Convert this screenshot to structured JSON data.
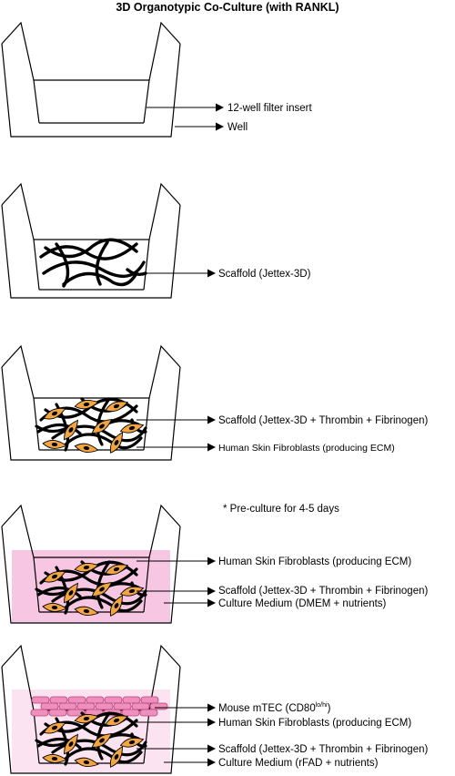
{
  "title": "3D Organotypic Co-Culture (with RANKL)",
  "note": "* Pre-culture for 4-5 days",
  "colors": {
    "cell_fill": "#f2a541",
    "medium_dmem": "#f7c6e2",
    "medium_rfad": "#fbe3f1",
    "mtec_fill": "#ef8fc0",
    "mtec_stroke": "#b8436f"
  },
  "panels": [
    {
      "labels": [
        "12-well filter insert",
        "Well"
      ]
    },
    {
      "labels": [
        "Scaffold (Jettex-3D)"
      ]
    },
    {
      "labels": [
        "Scaffold (Jettex-3D + Thrombin + Fibrinogen)",
        "Human Skin Fibroblasts (producing ECM)"
      ]
    },
    {
      "labels": [
        "Human Skin Fibroblasts (producing ECM)",
        "Scaffold (Jettex-3D + Thrombin + Fibrinogen)",
        "Culture Medium (DMEM + nutrients)"
      ]
    },
    {
      "labels": [
        "Mouse mTEC (CD80",
        "lo/hi",
        ")",
        "Human Skin Fibroblasts (producing ECM)",
        "Scaffold (Jettex-3D + Thrombin + Fibrinogen)",
        "Culture Medium (rFAD + nutrients)"
      ]
    }
  ]
}
